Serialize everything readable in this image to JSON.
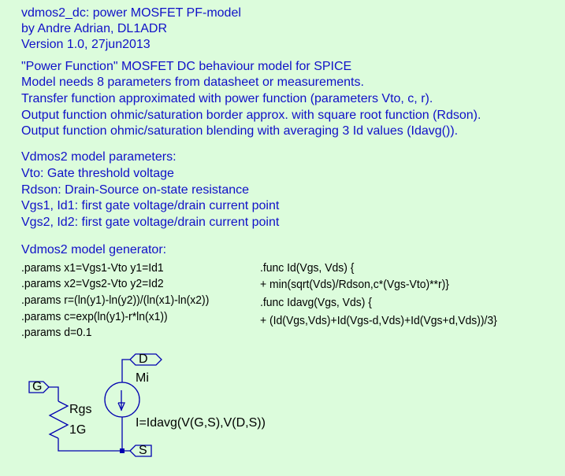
{
  "header": [
    "vdmos2_dc: power MOSFET PF-model",
    "by Andre Adrian, DL1ADR",
    "Version 1.0, 27jun2013"
  ],
  "description": [
    "\"Power Function\" MOSFET DC behaviour model for SPICE",
    "Model needs 8 parameters from datasheet or measurements.",
    "Transfer function approximated with power function (parameters Vto, c, r).",
    "Output function ohmic/saturation border approx. with square root function (Rdson).",
    "Output function ohmic/saturation blending with averaging 3 Id values (Idavg())."
  ],
  "parameters": [
    "Vdmos2 model parameters:",
    "Vto: Gate threshold voltage",
    "Rdson: Drain-Source on-state resistance",
    "Vgs1, Id1: first gate voltage/drain current point",
    "Vgs2, Id2: first gate voltage/drain current point"
  ],
  "generator_title": "Vdmos2 model generator:",
  "params": [
    ".params x1=Vgs1-Vto y1=Id1",
    ".params x2=Vgs2-Vto y2=Id2",
    ".params r=(ln(y1)-ln(y2))/(ln(x1)-ln(x2))",
    ".params c=exp(ln(y1)-r*ln(x1))",
    ".params d=0.1"
  ],
  "funcs": [
    ".func Id(Vgs, Vds) {",
    "+ min(sqrt(Vds)/Rdson,c*(Vgs-Vto)**r)}",
    ".func Idavg(Vgs, Vds) {",
    "+ (Id(Vgs,Vds)+Id(Vgs-d,Vds)+Id(Vgs+d,Vds))/3}"
  ],
  "schematic": {
    "port_d": "D",
    "port_g": "G",
    "port_s": "S",
    "source_name": "Mi",
    "source_value": "I=Idavg(V(G,S),V(D,S))",
    "resistor_name": "Rgs",
    "resistor_value": "1G"
  },
  "colors": {
    "background": "#dcfcdc",
    "comment": "#1010c8",
    "wire": "#0000b0"
  }
}
